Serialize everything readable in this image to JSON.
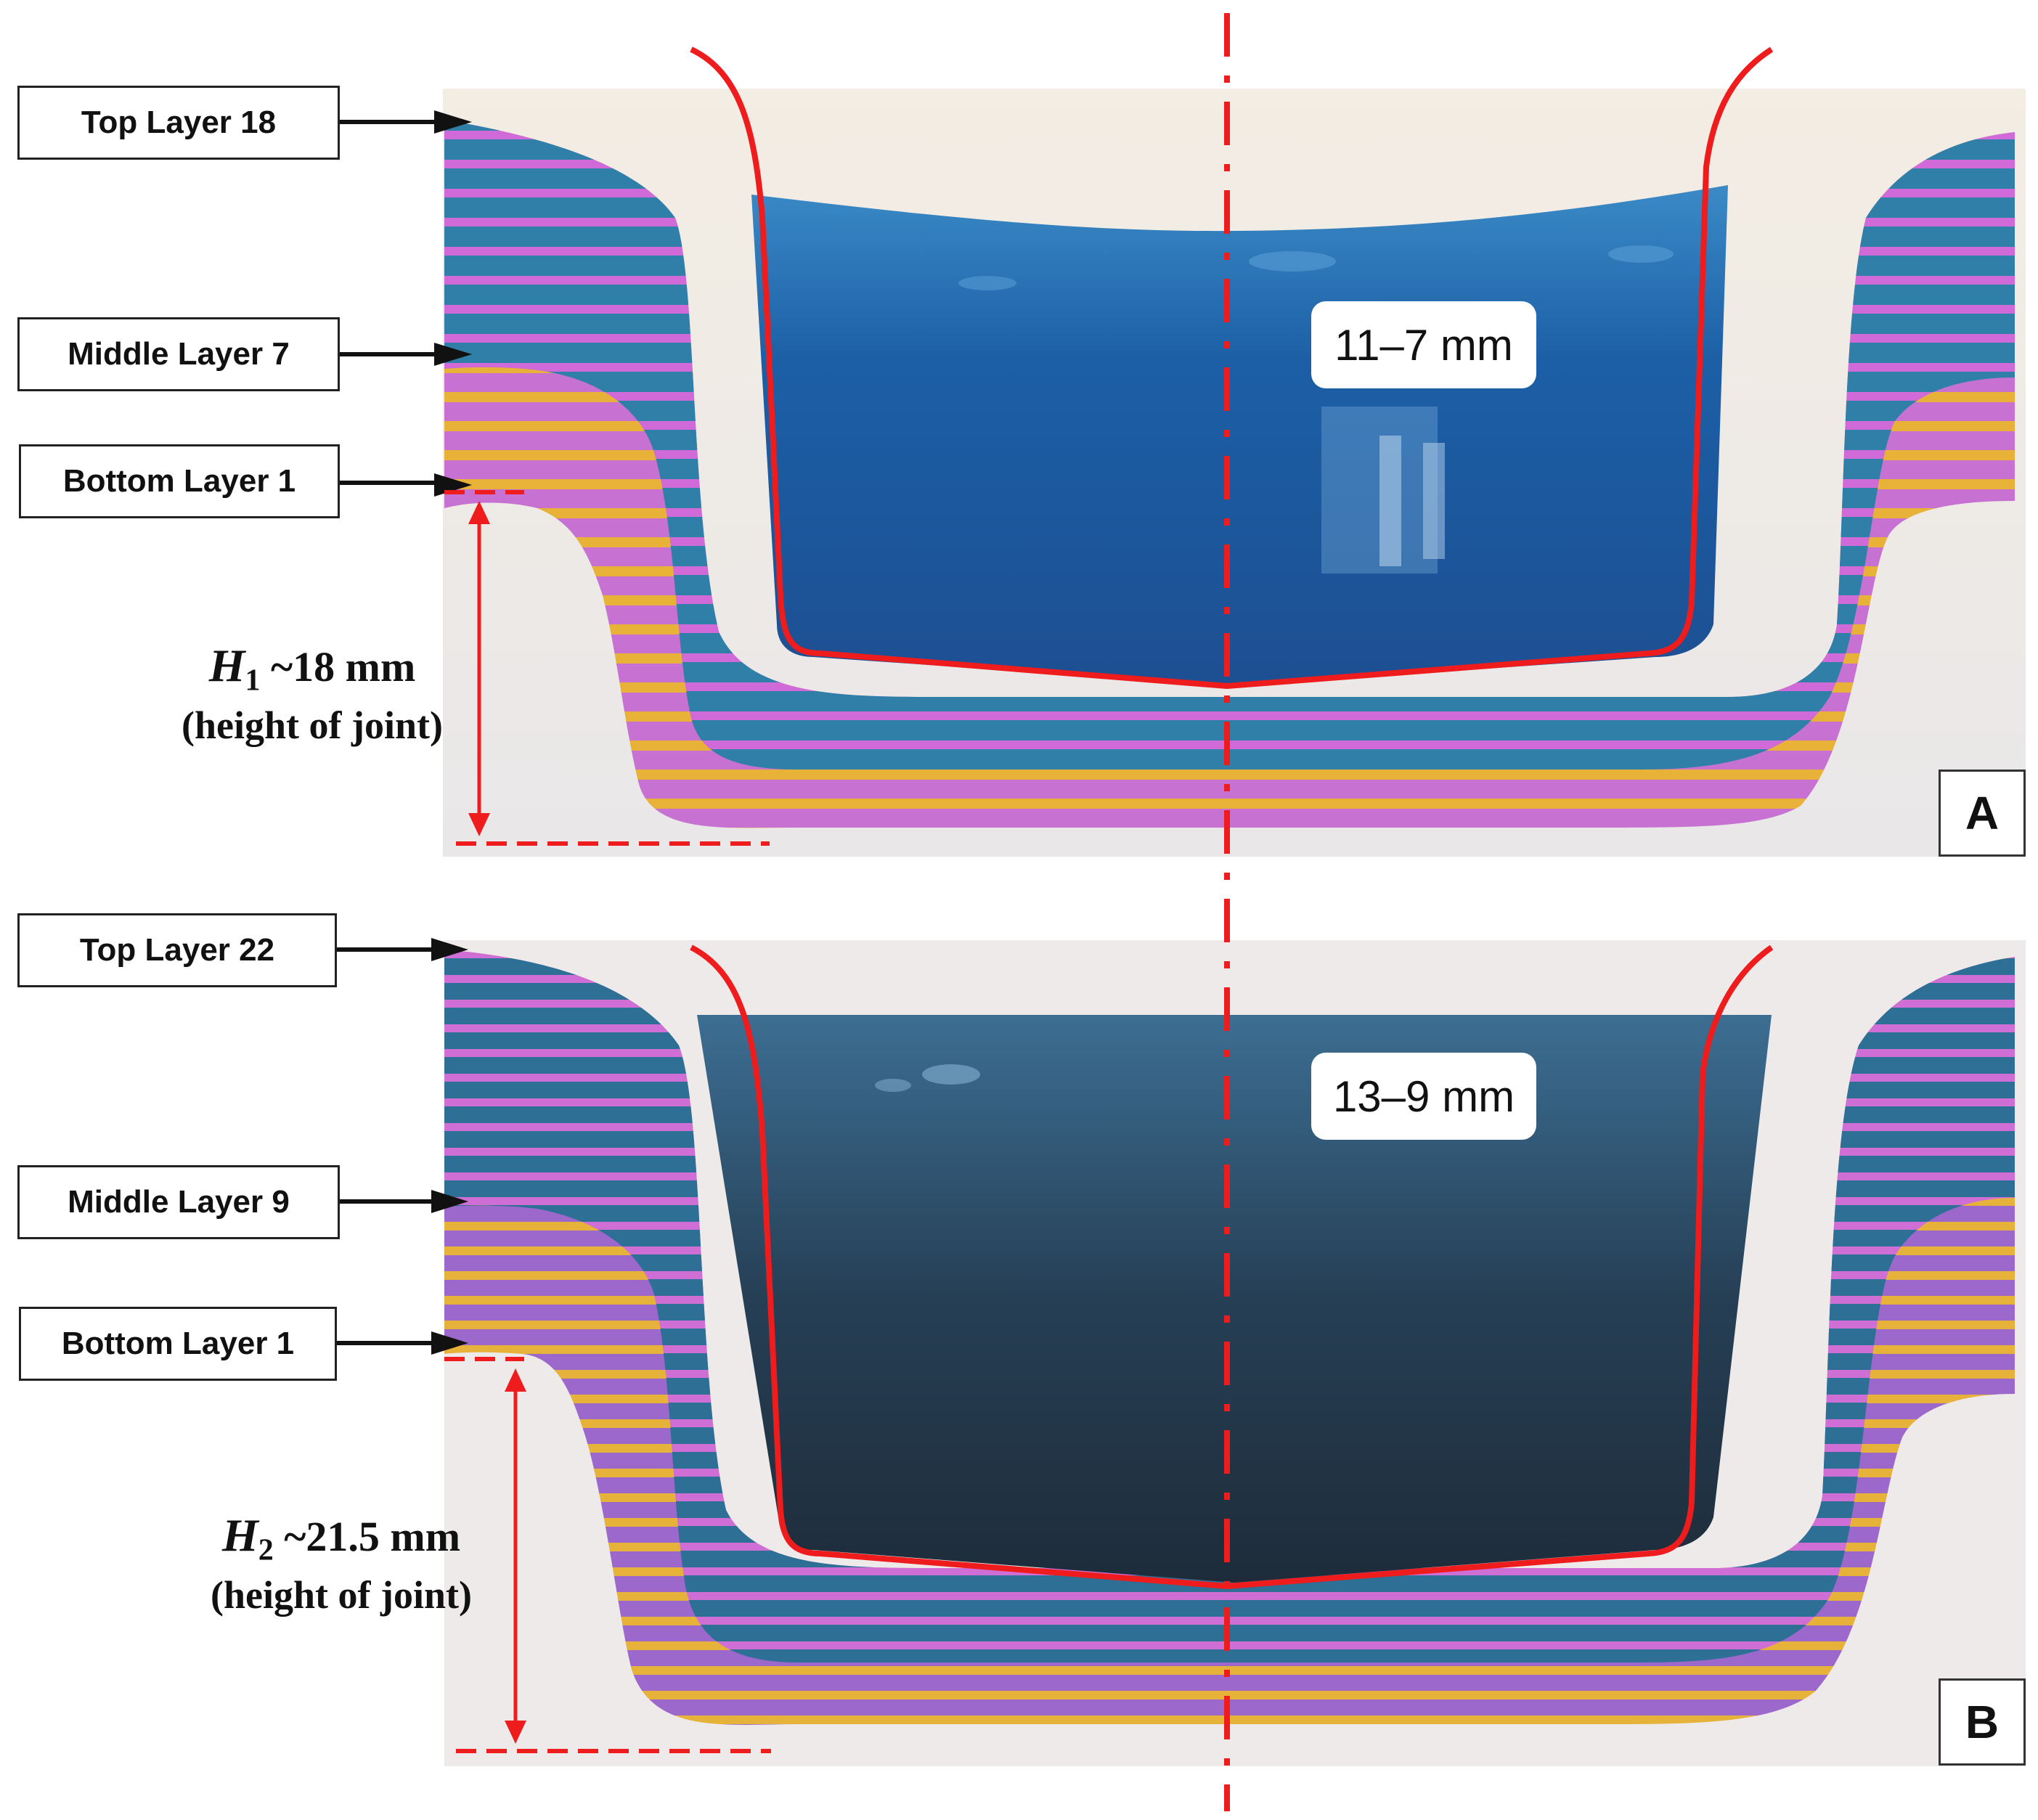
{
  "panels": [
    {
      "id": "A",
      "letter": "A",
      "top_label": "Top Layer 18",
      "middle_label": "Middle Layer 7",
      "bottom_label": "Bottom Layer 1",
      "measure": "11–7 mm",
      "height_symbol": "H",
      "height_subscript": "1",
      "height_value": " ~18 mm",
      "height_desc": "(height of joint)"
    },
    {
      "id": "B",
      "letter": "B",
      "top_label": "Top Layer 22",
      "middle_label": "Middle Layer 9",
      "bottom_label": "Bottom Layer 1",
      "measure": "13–9 mm",
      "height_symbol": "H",
      "height_subscript": "2",
      "height_value": " ~21.5 mm",
      "height_desc": "(height of joint)"
    }
  ],
  "colors": {
    "blue_layer": "#2f7fa8",
    "magenta_layer": "#d06ad8",
    "yellow_layer": "#e7b237",
    "purple_base": "#a471c9",
    "water_blue": "#1e66a8",
    "water_dark": "#1e3650",
    "red_line": "#ee1c1c",
    "background": "#f1eeec"
  }
}
